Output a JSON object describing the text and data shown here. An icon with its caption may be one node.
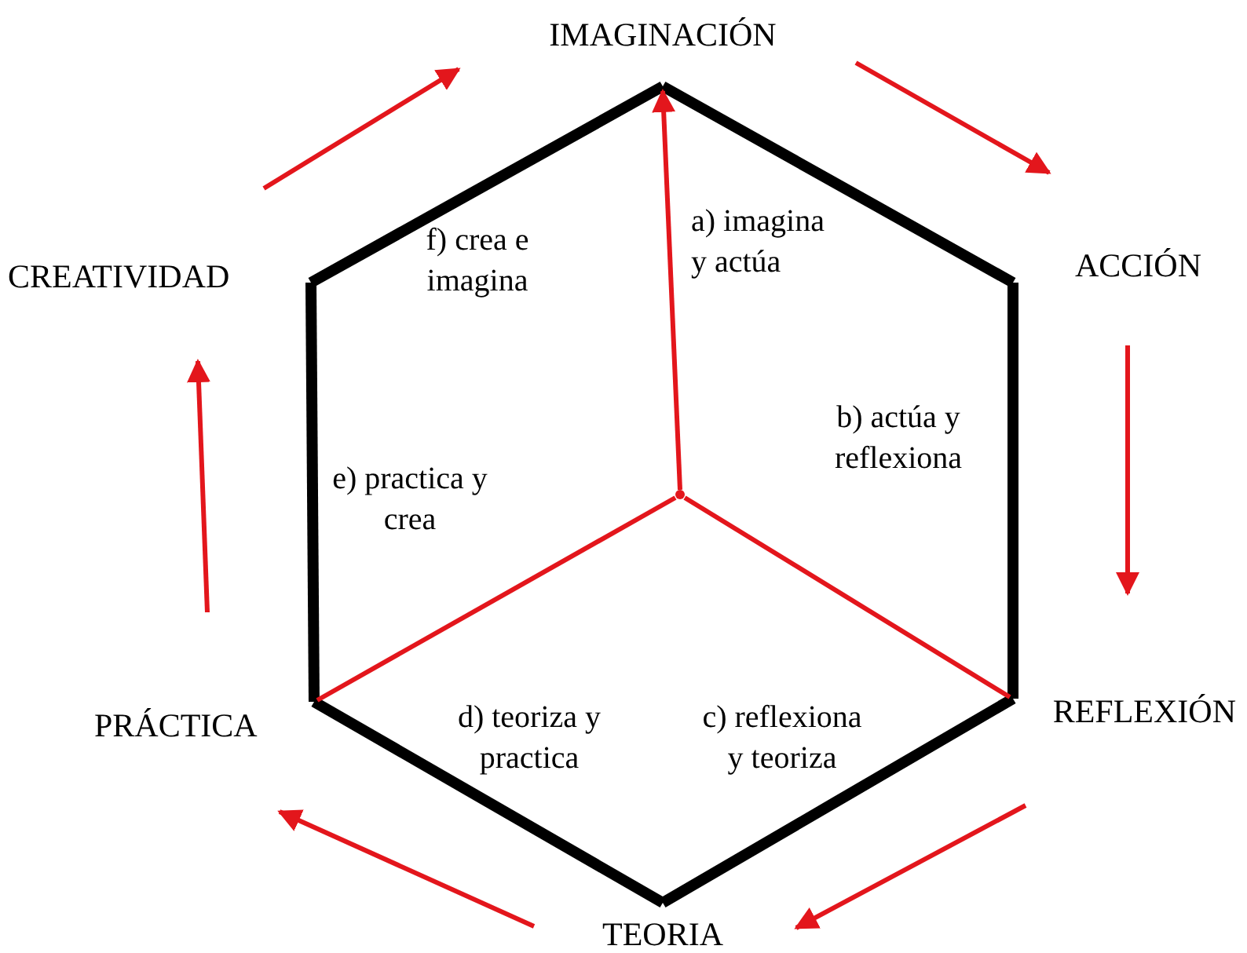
{
  "diagram": {
    "nodes": [
      {
        "text": [
          "IMAGINACIÓN"
        ]
      },
      {
        "text": [
          "ACCIÓN"
        ]
      },
      {
        "text": [
          "REFLEXIÓN"
        ]
      },
      {
        "text": [
          "TEORIA"
        ]
      },
      {
        "text": [
          "PRÁCTICA"
        ]
      },
      {
        "text": [
          "CREATIVIDAD"
        ]
      },
      {
        "text": [],
        "shape": "point"
      }
    ],
    "edges": [
      {
        "from": 0,
        "to": 1,
        "arrow": "none",
        "style": "thick",
        "color": "#000000"
      },
      {
        "from": 1,
        "to": 2,
        "arrow": "none",
        "style": "thick",
        "color": "#000000"
      },
      {
        "from": 2,
        "to": 3,
        "arrow": "none",
        "style": "thick",
        "color": "#000000"
      },
      {
        "from": 3,
        "to": 4,
        "arrow": "none",
        "style": "thick",
        "color": "#000000"
      },
      {
        "from": 4,
        "to": 5,
        "arrow": "none",
        "style": "thick",
        "color": "#000000"
      },
      {
        "from": 5,
        "to": 0,
        "arrow": "none",
        "style": "thick",
        "color": "#000000"
      },
      {
        "from": 6,
        "to": 0,
        "arrow": "to",
        "color": "#e3161c"
      },
      {
        "from": 6,
        "to": 4,
        "arrow": "none",
        "color": "#e3161c"
      },
      {
        "from": 6,
        "to": 2,
        "arrow": "none",
        "color": "#e3161c"
      },
      {
        "from": 5,
        "to": 0,
        "arrow": "to",
        "color": "#e3161c"
      },
      {
        "from": 0,
        "to": 1,
        "arrow": "to",
        "color": "#e3161c"
      },
      {
        "from": 1,
        "to": 2,
        "arrow": "to",
        "color": "#e3161c"
      },
      {
        "from": 2,
        "to": 3,
        "arrow": "to",
        "color": "#e3161c"
      },
      {
        "from": 3,
        "to": 4,
        "arrow": "to",
        "color": "#e3161c"
      },
      {
        "from": 4,
        "to": 5,
        "arrow": "to",
        "color": "#e3161c"
      }
    ],
    "labels": [
      "a) imagina y actúa",
      "f) crea e imagina",
      "b) actúa y reflexiona",
      "e) practica y crea",
      "d) teoriza y practica",
      "c) reflexiona y teoriza"
    ]
  }
}
